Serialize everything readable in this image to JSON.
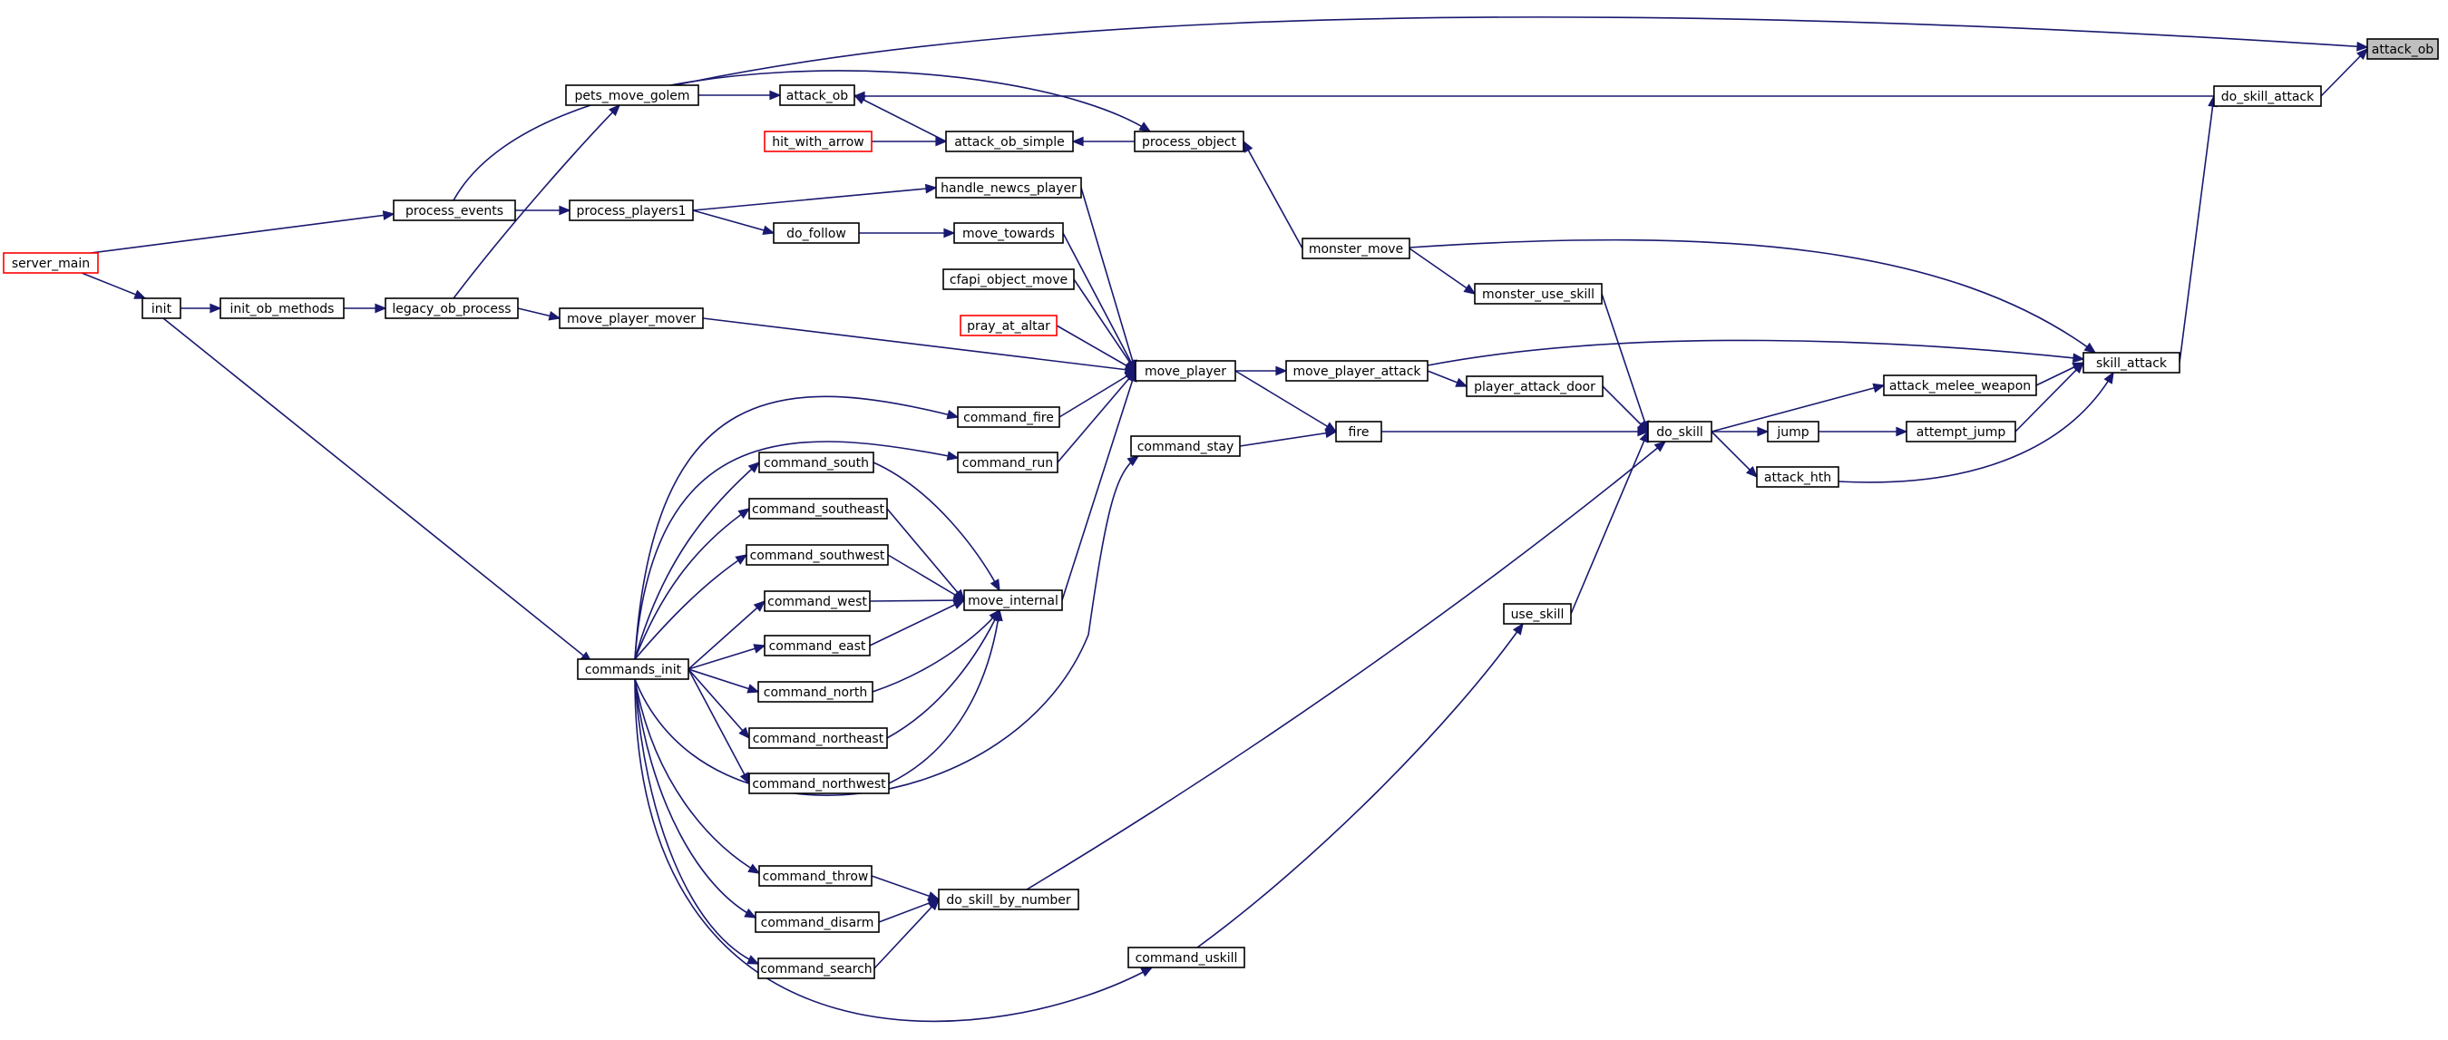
{
  "graph": {
    "root": "attack_ob",
    "nodes": [
      {
        "id": "attack_ob_root",
        "label": "attack_ob",
        "style": "root"
      },
      {
        "id": "do_skill_attack",
        "label": "do_skill_attack",
        "style": "normal"
      },
      {
        "id": "pets_move_golem",
        "label": "pets_move_golem",
        "style": "normal"
      },
      {
        "id": "attack_ob",
        "label": "attack_ob",
        "style": "normal"
      },
      {
        "id": "attack_ob_simple",
        "label": "attack_ob_simple",
        "style": "normal"
      },
      {
        "id": "hit_with_arrow",
        "label": "hit_with_arrow",
        "style": "truncated"
      },
      {
        "id": "process_object",
        "label": "process_object",
        "style": "normal"
      },
      {
        "id": "process_events",
        "label": "process_events",
        "style": "normal"
      },
      {
        "id": "process_players1",
        "label": "process_players1",
        "style": "normal"
      },
      {
        "id": "handle_newcs_player",
        "label": "handle_newcs_player",
        "style": "normal"
      },
      {
        "id": "server_main",
        "label": "server_main",
        "style": "truncated"
      },
      {
        "id": "do_follow",
        "label": "do_follow",
        "style": "normal"
      },
      {
        "id": "move_towards",
        "label": "move_towards",
        "style": "normal"
      },
      {
        "id": "monster_move",
        "label": "monster_move",
        "style": "normal"
      },
      {
        "id": "init",
        "label": "init",
        "style": "normal"
      },
      {
        "id": "init_ob_methods",
        "label": "init_ob_methods",
        "style": "normal"
      },
      {
        "id": "legacy_ob_process",
        "label": "legacy_ob_process",
        "style": "normal"
      },
      {
        "id": "cfapi_object_move",
        "label": "cfapi_object_move",
        "style": "normal"
      },
      {
        "id": "monster_use_skill",
        "label": "monster_use_skill",
        "style": "normal"
      },
      {
        "id": "move_player_mover",
        "label": "move_player_mover",
        "style": "normal"
      },
      {
        "id": "pray_at_altar",
        "label": "pray_at_altar",
        "style": "truncated"
      },
      {
        "id": "skill_attack",
        "label": "skill_attack",
        "style": "normal"
      },
      {
        "id": "move_player",
        "label": "move_player",
        "style": "normal"
      },
      {
        "id": "move_player_attack",
        "label": "move_player_attack",
        "style": "normal"
      },
      {
        "id": "attack_melee_weapon",
        "label": "attack_melee_weapon",
        "style": "normal"
      },
      {
        "id": "player_attack_door",
        "label": "player_attack_door",
        "style": "normal"
      },
      {
        "id": "command_fire",
        "label": "command_fire",
        "style": "normal"
      },
      {
        "id": "fire",
        "label": "fire",
        "style": "normal"
      },
      {
        "id": "do_skill",
        "label": "do_skill",
        "style": "normal"
      },
      {
        "id": "jump",
        "label": "jump",
        "style": "normal"
      },
      {
        "id": "attempt_jump",
        "label": "attempt_jump",
        "style": "normal"
      },
      {
        "id": "command_run",
        "label": "command_run",
        "style": "normal"
      },
      {
        "id": "command_stay",
        "label": "command_stay",
        "style": "normal"
      },
      {
        "id": "command_south",
        "label": "command_south",
        "style": "normal"
      },
      {
        "id": "attack_hth",
        "label": "attack_hth",
        "style": "normal"
      },
      {
        "id": "command_southeast",
        "label": "command_southeast",
        "style": "normal"
      },
      {
        "id": "command_southwest",
        "label": "command_southwest",
        "style": "normal"
      },
      {
        "id": "command_west",
        "label": "command_west",
        "style": "normal"
      },
      {
        "id": "move_internal",
        "label": "move_internal",
        "style": "normal"
      },
      {
        "id": "use_skill",
        "label": "use_skill",
        "style": "normal"
      },
      {
        "id": "command_east",
        "label": "command_east",
        "style": "normal"
      },
      {
        "id": "commands_init",
        "label": "commands_init",
        "style": "normal"
      },
      {
        "id": "command_north",
        "label": "command_north",
        "style": "normal"
      },
      {
        "id": "command_northeast",
        "label": "command_northeast",
        "style": "normal"
      },
      {
        "id": "command_northwest",
        "label": "command_northwest",
        "style": "normal"
      },
      {
        "id": "command_throw",
        "label": "command_throw",
        "style": "normal"
      },
      {
        "id": "do_skill_by_number",
        "label": "do_skill_by_number",
        "style": "normal"
      },
      {
        "id": "command_disarm",
        "label": "command_disarm",
        "style": "normal"
      },
      {
        "id": "command_search",
        "label": "command_search",
        "style": "normal"
      },
      {
        "id": "command_uskill",
        "label": "command_uskill",
        "style": "normal"
      }
    ],
    "edges": [
      {
        "from": "do_skill_attack",
        "to": "attack_ob_root"
      },
      {
        "from": "pets_move_golem",
        "to": "attack_ob_root"
      },
      {
        "from": "do_skill_attack",
        "to": "attack_ob"
      },
      {
        "from": "pets_move_golem",
        "to": "attack_ob"
      },
      {
        "from": "attack_ob_simple",
        "to": "attack_ob"
      },
      {
        "from": "hit_with_arrow",
        "to": "attack_ob_simple"
      },
      {
        "from": "process_object",
        "to": "attack_ob_simple"
      },
      {
        "from": "process_events",
        "to": "process_object"
      },
      {
        "from": "monster_move",
        "to": "process_object"
      },
      {
        "from": "server_main",
        "to": "process_events"
      },
      {
        "from": "process_events",
        "to": "process_players1"
      },
      {
        "from": "process_players1",
        "to": "handle_newcs_player"
      },
      {
        "from": "process_players1",
        "to": "do_follow"
      },
      {
        "from": "do_follow",
        "to": "move_towards"
      },
      {
        "from": "server_main",
        "to": "init"
      },
      {
        "from": "init",
        "to": "init_ob_methods"
      },
      {
        "from": "init_ob_methods",
        "to": "legacy_ob_process"
      },
      {
        "from": "legacy_ob_process",
        "to": "pets_move_golem"
      },
      {
        "from": "legacy_ob_process",
        "to": "move_player_mover"
      },
      {
        "from": "init",
        "to": "commands_init"
      },
      {
        "from": "handle_newcs_player",
        "to": "move_player"
      },
      {
        "from": "move_towards",
        "to": "move_player"
      },
      {
        "from": "cfapi_object_move",
        "to": "move_player"
      },
      {
        "from": "pray_at_altar",
        "to": "move_player"
      },
      {
        "from": "move_player_mover",
        "to": "move_player"
      },
      {
        "from": "command_fire",
        "to": "move_player"
      },
      {
        "from": "command_run",
        "to": "move_player"
      },
      {
        "from": "move_internal",
        "to": "move_player"
      },
      {
        "from": "move_player",
        "to": "move_player_attack"
      },
      {
        "from": "move_player",
        "to": "fire"
      },
      {
        "from": "monster_move",
        "to": "monster_use_skill"
      },
      {
        "from": "monster_move",
        "to": "skill_attack"
      },
      {
        "from": "move_player_attack",
        "to": "player_attack_door"
      },
      {
        "from": "move_player_attack",
        "to": "skill_attack"
      },
      {
        "from": "attack_melee_weapon",
        "to": "skill_attack"
      },
      {
        "from": "attempt_jump",
        "to": "skill_attack"
      },
      {
        "from": "attack_hth",
        "to": "skill_attack"
      },
      {
        "from": "skill_attack",
        "to": "do_skill_attack"
      },
      {
        "from": "monster_use_skill",
        "to": "do_skill"
      },
      {
        "from": "player_attack_door",
        "to": "do_skill"
      },
      {
        "from": "fire",
        "to": "do_skill"
      },
      {
        "from": "use_skill",
        "to": "do_skill"
      },
      {
        "from": "do_skill_by_number",
        "to": "do_skill"
      },
      {
        "from": "do_skill",
        "to": "attack_melee_weapon"
      },
      {
        "from": "do_skill",
        "to": "jump"
      },
      {
        "from": "jump",
        "to": "attempt_jump"
      },
      {
        "from": "do_skill",
        "to": "attack_hth"
      },
      {
        "from": "command_stay",
        "to": "fire"
      },
      {
        "from": "commands_init",
        "to": "command_fire"
      },
      {
        "from": "commands_init",
        "to": "command_run"
      },
      {
        "from": "commands_init",
        "to": "command_stay"
      },
      {
        "from": "commands_init",
        "to": "command_south"
      },
      {
        "from": "commands_init",
        "to": "command_southeast"
      },
      {
        "from": "commands_init",
        "to": "command_southwest"
      },
      {
        "from": "commands_init",
        "to": "command_west"
      },
      {
        "from": "commands_init",
        "to": "command_east"
      },
      {
        "from": "commands_init",
        "to": "command_north"
      },
      {
        "from": "commands_init",
        "to": "command_northeast"
      },
      {
        "from": "commands_init",
        "to": "command_northwest"
      },
      {
        "from": "commands_init",
        "to": "command_throw"
      },
      {
        "from": "commands_init",
        "to": "command_disarm"
      },
      {
        "from": "commands_init",
        "to": "command_search"
      },
      {
        "from": "commands_init",
        "to": "command_uskill"
      },
      {
        "from": "command_south",
        "to": "move_internal"
      },
      {
        "from": "command_southeast",
        "to": "move_internal"
      },
      {
        "from": "command_southwest",
        "to": "move_internal"
      },
      {
        "from": "command_west",
        "to": "move_internal"
      },
      {
        "from": "command_east",
        "to": "move_internal"
      },
      {
        "from": "command_north",
        "to": "move_internal"
      },
      {
        "from": "command_northeast",
        "to": "move_internal"
      },
      {
        "from": "command_northwest",
        "to": "move_internal"
      },
      {
        "from": "command_throw",
        "to": "do_skill_by_number"
      },
      {
        "from": "command_disarm",
        "to": "do_skill_by_number"
      },
      {
        "from": "command_search",
        "to": "do_skill_by_number"
      },
      {
        "from": "command_uskill",
        "to": "use_skill"
      }
    ]
  },
  "colors": {
    "edge": "#191970",
    "node_border": "#000000",
    "truncated_border": "#ff0000",
    "root_fill": "#bfbfbf",
    "background": "#ffffff"
  }
}
